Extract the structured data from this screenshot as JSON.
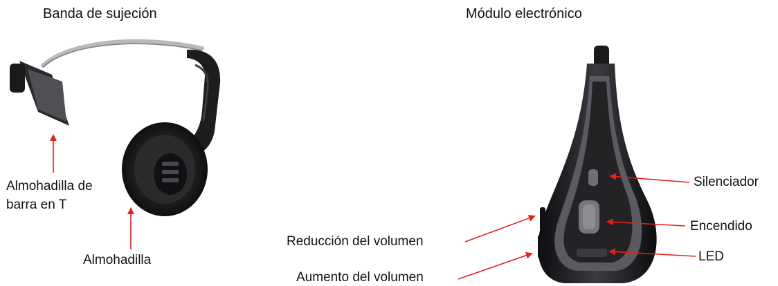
{
  "headband_title": "Banda de sujeción",
  "module_title": "Módulo electrónico",
  "labels": {
    "tbar_pad_line1": "Almohadilla de",
    "tbar_pad_line2": "barra en T",
    "ear_pad": "Almohadilla",
    "mute": "Silenciador",
    "power": "Encendido",
    "led": "LED",
    "volume_down": "Reducción del volumen",
    "volume_up": "Aumento del volumen"
  },
  "colors": {
    "arrow": "#e3201b",
    "device_dark": "#1c1c1e",
    "headband_metal": "#b9b9bd"
  }
}
